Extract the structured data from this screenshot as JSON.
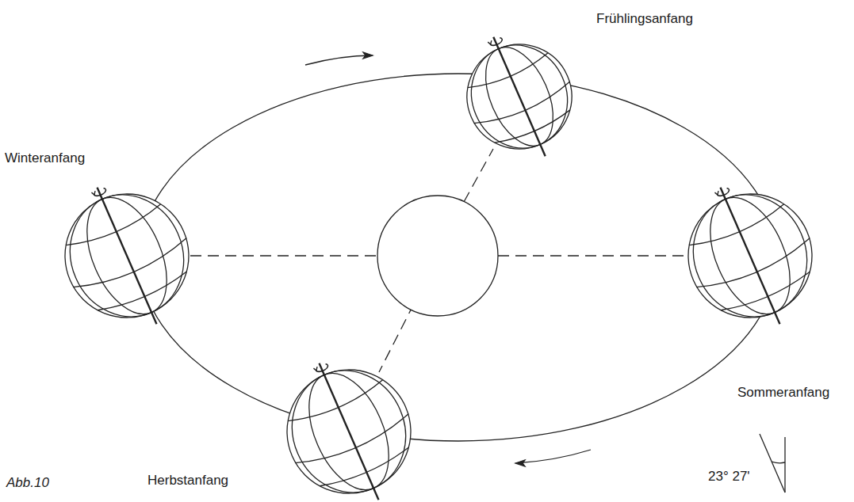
{
  "diagram": {
    "labels": [
      "Frühlingsanfang",
      "Winteranfang",
      "Sommeranfang",
      "Herbstanfang",
      "23° 27'",
      "Abb.10"
    ]
  }
}
